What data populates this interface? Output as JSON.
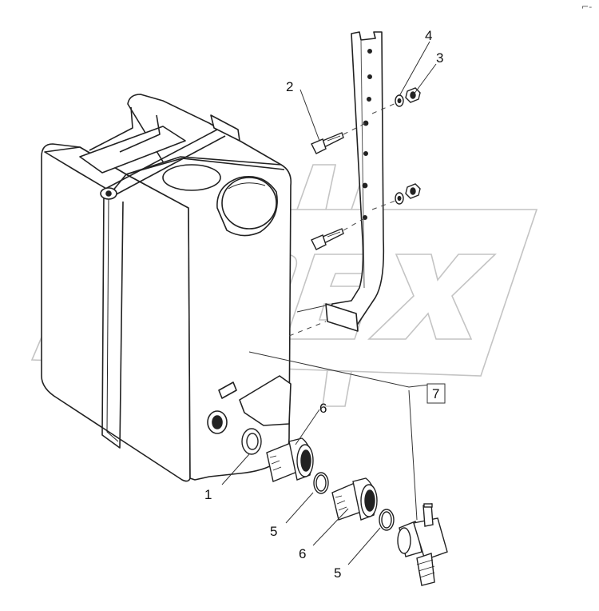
{
  "watermark": {
    "brand": "OPEX",
    "color": "#bdbdbd"
  },
  "colors": {
    "line": "#222222",
    "fill": "#ffffff",
    "leader": "#333333"
  },
  "corner_mark": "⌐-",
  "callouts": [
    {
      "id": "c1",
      "label": "1"
    },
    {
      "id": "c2",
      "label": "2"
    },
    {
      "id": "c3",
      "label": "3"
    },
    {
      "id": "c4",
      "label": "4"
    },
    {
      "id": "c5a",
      "label": "5"
    },
    {
      "id": "c5b",
      "label": "5"
    },
    {
      "id": "c6a",
      "label": "6"
    },
    {
      "id": "c6b",
      "label": "6"
    },
    {
      "id": "c7",
      "label": "7"
    }
  ]
}
